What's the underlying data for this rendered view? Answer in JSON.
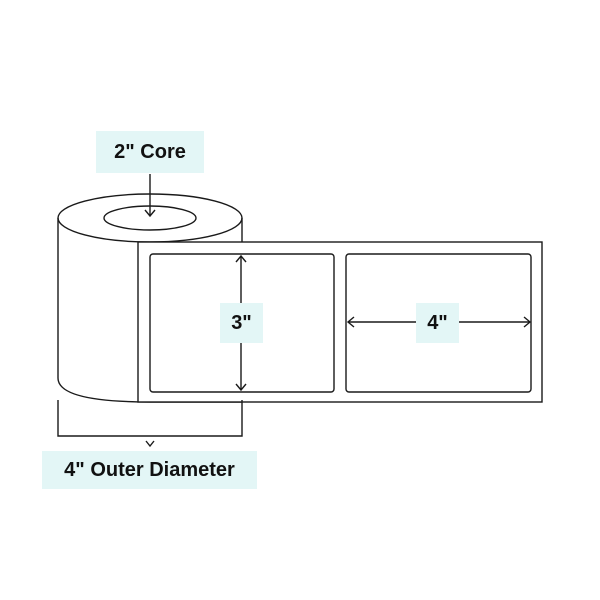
{
  "labels": {
    "core": "2\" Core",
    "height": "3\"",
    "width": "4\"",
    "outer_diameter": "4\" Outer Diameter"
  },
  "colors": {
    "stroke": "#1a1a1a",
    "label_bg": "#e3f6f6",
    "background": "#ffffff"
  }
}
